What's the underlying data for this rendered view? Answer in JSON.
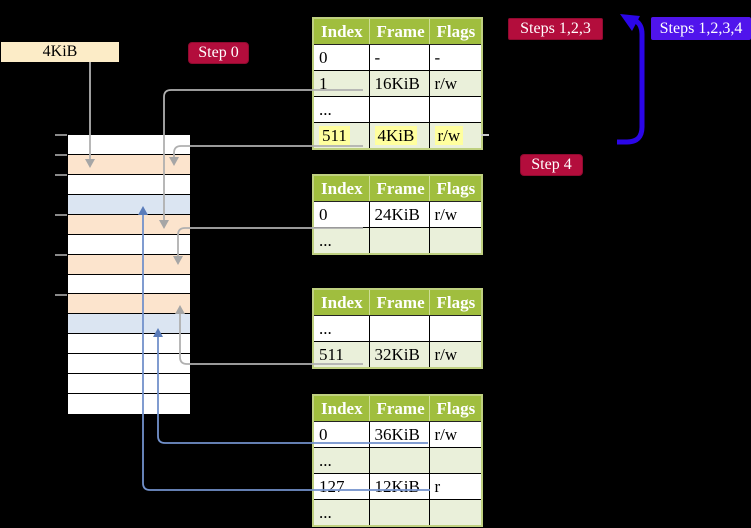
{
  "labels": {
    "page_size": "4KiB",
    "step0": "Step 0",
    "steps123": "Steps 1,2,3",
    "steps1234": "Steps 1,2,3,4",
    "step4": "Step 4"
  },
  "tables": [
    {
      "headers": [
        "Index",
        "Frame",
        "Flags"
      ],
      "rows": [
        {
          "cells": [
            "0",
            "-",
            "-"
          ]
        },
        {
          "cells": [
            "1",
            "16KiB",
            "r/w"
          ]
        },
        {
          "cells": [
            "...",
            "",
            ""
          ]
        },
        {
          "cells": [
            "511",
            "4KiB",
            "r/w"
          ],
          "highlight": true
        }
      ]
    },
    {
      "headers": [
        "Index",
        "Frame",
        "Flags"
      ],
      "rows": [
        {
          "cells": [
            "0",
            "24KiB",
            "r/w"
          ]
        },
        {
          "cells": [
            "...",
            "",
            ""
          ]
        }
      ]
    },
    {
      "headers": [
        "Index",
        "Frame",
        "Flags"
      ],
      "rows": [
        {
          "cells": [
            "...",
            "",
            ""
          ]
        },
        {
          "cells": [
            "511",
            "32KiB",
            "r/w"
          ]
        }
      ]
    },
    {
      "headers": [
        "Index",
        "Frame",
        "Flags"
      ],
      "rows": [
        {
          "cells": [
            "0",
            "36KiB",
            "r/w"
          ]
        },
        {
          "cells": [
            "...",
            "",
            ""
          ]
        },
        {
          "cells": [
            "127",
            "12KiB",
            "r"
          ]
        },
        {
          "cells": [
            "...",
            "",
            ""
          ]
        }
      ]
    }
  ],
  "memory_strip": {
    "rows": [
      "white",
      "peach",
      "white",
      "blue",
      "peach",
      "white",
      "peach",
      "white",
      "peach",
      "blue",
      "white",
      "white",
      "white",
      "white"
    ]
  },
  "arrows": [
    {
      "from": "4KiB-label",
      "to": "frame-row-2",
      "color": "gray"
    },
    {
      "from": "table1-row-1-16KiB",
      "to": "frame-row-5",
      "color": "gray"
    },
    {
      "from": "table1-row-511-4KiB",
      "to": "frame-row-2",
      "color": "gray"
    },
    {
      "from": "table2-row-0-24KiB",
      "to": "frame-row-7",
      "color": "gray"
    },
    {
      "from": "table3-row-511-32KiB",
      "to": "frame-row-9",
      "color": "gray"
    },
    {
      "from": "table4-row-0-36KiB",
      "to": "frame-row-10",
      "color": "light-blue"
    },
    {
      "from": "table4-row-127-12KiB",
      "to": "frame-row-4",
      "color": "light-blue"
    },
    {
      "from": "table1-area",
      "to": "steps-labels",
      "color": "thick-blue"
    }
  ],
  "colors": {
    "background": "#000000",
    "crimson_badge": "#b30d3c",
    "violet_badge": "#5014ec",
    "table_header_green": "#a0be3e",
    "table_row_green": "#eaf0da",
    "highlight_yellow": "#ffff9e",
    "frame_peach": "#fce4cd",
    "frame_blue": "#dbe5f2",
    "label_cream": "#fcecc7",
    "gray_arrow": "#ababab",
    "thin_blue_arrow": "#7291cb",
    "thick_blue_arrow": "#2b06e8"
  }
}
